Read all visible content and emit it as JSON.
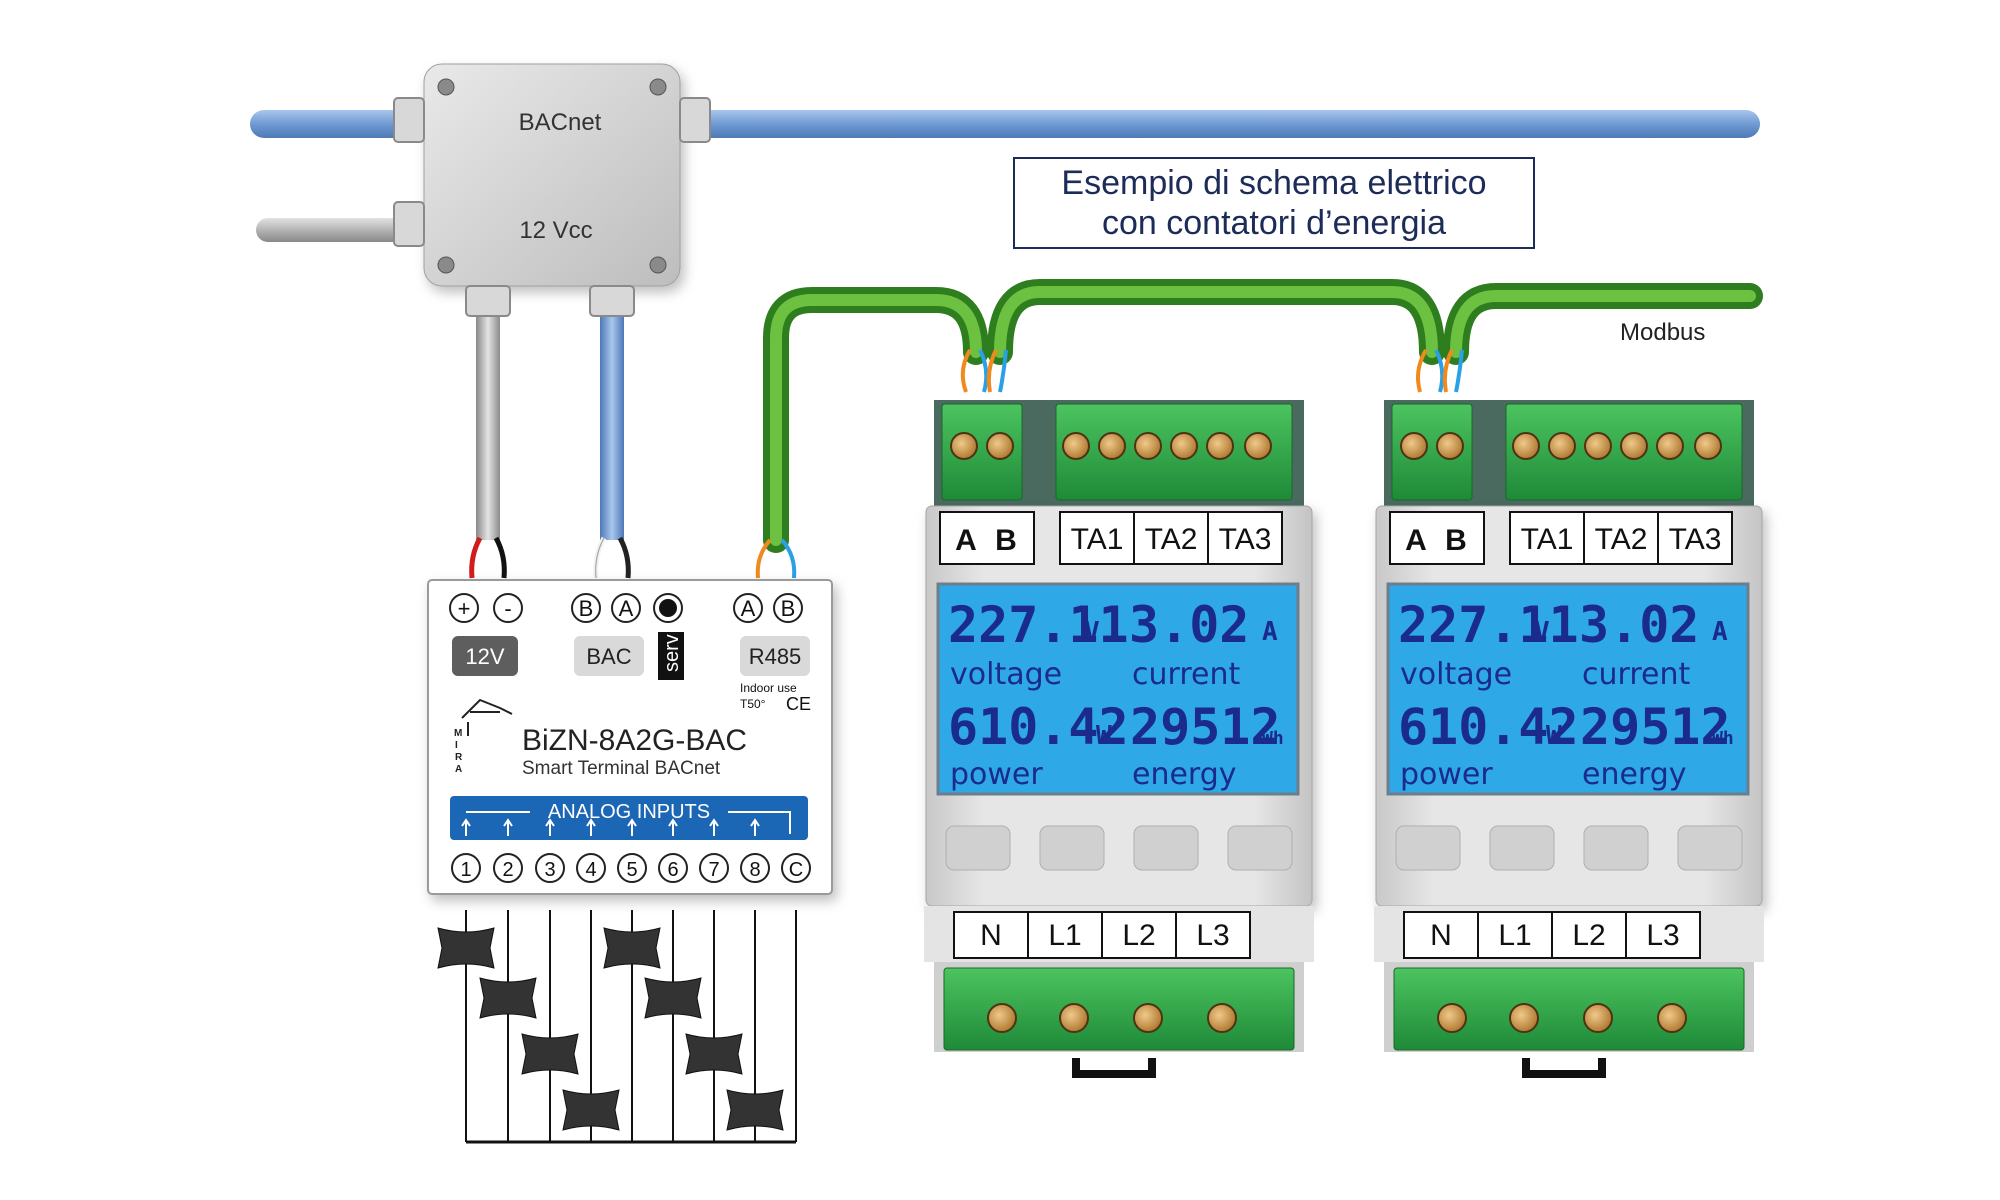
{
  "title": {
    "line1": "Esempio di schema elettrico",
    "line2": "con contatori d’energia"
  },
  "junction_box": {
    "label_top": "BACnet",
    "label_bottom": "12 Vcc"
  },
  "bus_label": "Modbus",
  "controller": {
    "terminal_symbols": [
      "+",
      "-",
      "B",
      "A",
      "●",
      "A",
      "B"
    ],
    "badge_12v": "12V",
    "badge_bac": "BAC",
    "badge_serv": "serv",
    "badge_r485": "R485",
    "indoor_line1": "Indoor use",
    "indoor_line2": "T50°",
    "ce_mark": "CE",
    "model": "BiZN-8A2G-BAC",
    "subtitle": "Smart Terminal BACnet",
    "logo_letters": [
      "M",
      "I",
      "R",
      "A"
    ],
    "inputs_label": "ANALOG  INPUTS",
    "input_numbers": [
      "1",
      "2",
      "3",
      "4",
      "5",
      "6",
      "7",
      "8",
      "C"
    ]
  },
  "meters": [
    {
      "terminal_labels": [
        "A",
        "B",
        "TA1",
        "TA2",
        "TA3"
      ],
      "voltage_value": "227.11",
      "voltage_unit": "V",
      "voltage_label": "voltage",
      "current_value": "3.02",
      "current_unit": "A",
      "current_label": "current",
      "power_value": "610.42",
      "power_unit": "W",
      "power_label": "power",
      "energy_value": "29512",
      "energy_unit": "Wh",
      "energy_label": "energy",
      "phase_labels": [
        "N",
        "L1",
        "L2",
        "L3"
      ]
    },
    {
      "terminal_labels": [
        "A",
        "B",
        "TA1",
        "TA2",
        "TA3"
      ],
      "voltage_value": "227.11",
      "voltage_unit": "V",
      "voltage_label": "voltage",
      "current_value": "3.02",
      "current_unit": "A",
      "current_label": "current",
      "power_value": "610.42",
      "power_unit": "W",
      "power_label": "power",
      "energy_value": "29512",
      "energy_unit": "Wh",
      "energy_label": "energy",
      "phase_labels": [
        "N",
        "L1",
        "L2",
        "L3"
      ]
    }
  ],
  "colors": {
    "bacnet_cable": "#7ea6d8",
    "power_cable": "#b8b8b8",
    "modbus_cable": "#5aa32a",
    "terminal_green": "#2ea84a",
    "lcd_blue": "#2fa8e8",
    "lcd_text": "#1a2b8c",
    "analog_bar": "#1c66b6"
  }
}
